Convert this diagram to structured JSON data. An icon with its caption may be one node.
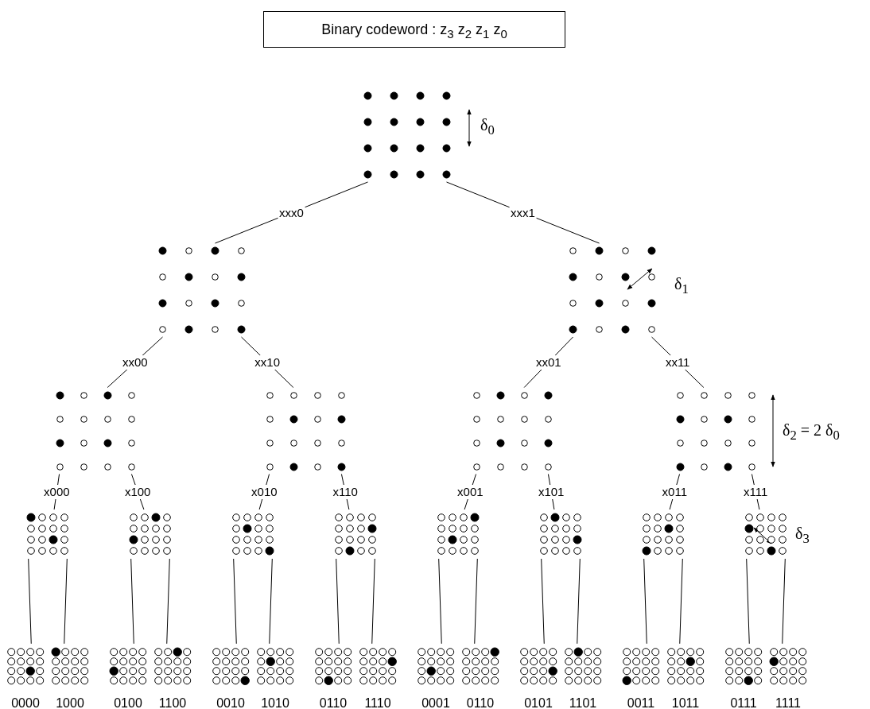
{
  "diagram": {
    "title": "Binary codeword : z$_{3}$ z$_{2}$ z$_{1}$ z$_{0}$",
    "nodes": [
      {
        "text": [],
        "shape": "picture"
      },
      {
        "text": [],
        "shape": "picture"
      },
      {
        "text": [],
        "shape": "picture"
      },
      {
        "text": [],
        "shape": "picture"
      },
      {
        "text": [],
        "shape": "picture"
      },
      {
        "text": [],
        "shape": "picture"
      },
      {
        "text": [],
        "shape": "picture"
      },
      {
        "text": [],
        "shape": "picture"
      },
      {
        "text": [],
        "shape": "picture"
      },
      {
        "text": [],
        "shape": "picture"
      },
      {
        "text": [],
        "shape": "picture"
      },
      {
        "text": [],
        "shape": "picture"
      },
      {
        "text": [],
        "shape": "picture"
      },
      {
        "text": [],
        "shape": "picture"
      },
      {
        "text": [],
        "shape": "picture"
      },
      {
        "text": [],
        "shape": "picture",
        "beside": [
          "0000"
        ]
      },
      {
        "text": [],
        "shape": "picture",
        "beside": [
          "1000"
        ]
      },
      {
        "text": [],
        "shape": "picture",
        "beside": [
          "0100"
        ]
      },
      {
        "text": [],
        "shape": "picture",
        "beside": [
          "1100"
        ]
      },
      {
        "text": [],
        "shape": "picture",
        "beside": [
          "0010"
        ]
      },
      {
        "text": [],
        "shape": "picture",
        "beside": [
          "1010"
        ]
      },
      {
        "text": [],
        "shape": "picture",
        "beside": [
          "0110"
        ]
      },
      {
        "text": [],
        "shape": "picture",
        "beside": [
          "1110"
        ]
      },
      {
        "text": [],
        "shape": "picture",
        "beside": [
          "0001"
        ]
      },
      {
        "text": [],
        "shape": "picture",
        "beside": [
          "0110"
        ]
      },
      {
        "text": [],
        "shape": "picture",
        "beside": [
          "0101"
        ]
      },
      {
        "text": [],
        "shape": "picture",
        "beside": [
          "1101"
        ]
      },
      {
        "text": [],
        "shape": "picture",
        "beside": [
          "0011"
        ]
      },
      {
        "text": [],
        "shape": "picture",
        "beside": [
          "1011"
        ]
      },
      {
        "text": [],
        "shape": "picture",
        "beside": [
          "0111"
        ]
      },
      {
        "text": [],
        "shape": "picture",
        "beside": [
          "1111"
        ]
      }
    ],
    "edges": [
      {
        "from": 0,
        "to": 1,
        "arrow": "none",
        "label": "xxx0"
      },
      {
        "from": 0,
        "to": 2,
        "arrow": "none",
        "label": "xxx1"
      },
      {
        "from": 1,
        "to": 3,
        "arrow": "none",
        "label": "xx00"
      },
      {
        "from": 1,
        "to": 4,
        "arrow": "none",
        "label": "xx10"
      },
      {
        "from": 2,
        "to": 5,
        "arrow": "none",
        "label": "xx01"
      },
      {
        "from": 2,
        "to": 6,
        "arrow": "none",
        "label": "xx11"
      },
      {
        "from": 3,
        "to": 7,
        "arrow": "none",
        "label": "x000"
      },
      {
        "from": 3,
        "to": 8,
        "arrow": "none",
        "label": "x100"
      },
      {
        "from": 4,
        "to": 9,
        "arrow": "none",
        "label": "x010"
      },
      {
        "from": 4,
        "to": 10,
        "arrow": "none",
        "label": "x110"
      },
      {
        "from": 5,
        "to": 11,
        "arrow": "none",
        "label": "x001"
      },
      {
        "from": 5,
        "to": 12,
        "arrow": "none",
        "label": "x101"
      },
      {
        "from": 6,
        "to": 13,
        "arrow": "none",
        "label": "x011"
      },
      {
        "from": 6,
        "to": 14,
        "arrow": "none",
        "label": "x111"
      },
      {
        "from": 7,
        "to": 15,
        "arrow": "none"
      },
      {
        "from": 7,
        "to": 16,
        "arrow": "none"
      },
      {
        "from": 8,
        "to": 17,
        "arrow": "none"
      },
      {
        "from": 8,
        "to": 18,
        "arrow": "none"
      },
      {
        "from": 9,
        "to": 19,
        "arrow": "none"
      },
      {
        "from": 9,
        "to": 20,
        "arrow": "none"
      },
      {
        "from": 10,
        "to": 21,
        "arrow": "none"
      },
      {
        "from": 10,
        "to": 22,
        "arrow": "none"
      },
      {
        "from": 11,
        "to": 23,
        "arrow": "none"
      },
      {
        "from": 11,
        "to": 24,
        "arrow": "none"
      },
      {
        "from": 12,
        "to": 25,
        "arrow": "none"
      },
      {
        "from": 12,
        "to": 26,
        "arrow": "none"
      },
      {
        "from": 13,
        "to": 27,
        "arrow": "none"
      },
      {
        "from": 13,
        "to": 28,
        "arrow": "none"
      },
      {
        "from": 14,
        "to": 29,
        "arrow": "none"
      },
      {
        "from": 14,
        "to": 30,
        "arrow": "none"
      }
    ],
    "labels": [
      "δ$_{0}$",
      "δ$_{1}$",
      "δ$_{2}$ = 2 δ$_{0}$",
      "δ$_{3}$"
    ]
  }
}
